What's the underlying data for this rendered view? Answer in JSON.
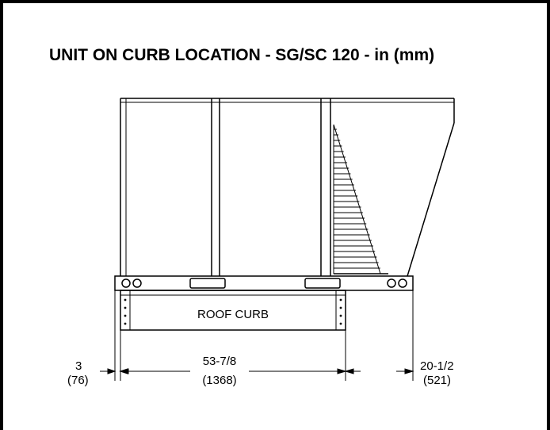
{
  "title": "UNIT ON CURB LOCATION - SG/SC 120 - in (mm)",
  "curb_label": "ROOF CURB",
  "dimensions": {
    "left": {
      "inches": "3",
      "mm": "(76)"
    },
    "middle": {
      "inches": "53-7/8",
      "mm": "(1368)"
    },
    "right": {
      "inches": "20-1/2",
      "mm": "(521)"
    }
  },
  "colors": {
    "line": "#000000",
    "background": "#ffffff"
  }
}
